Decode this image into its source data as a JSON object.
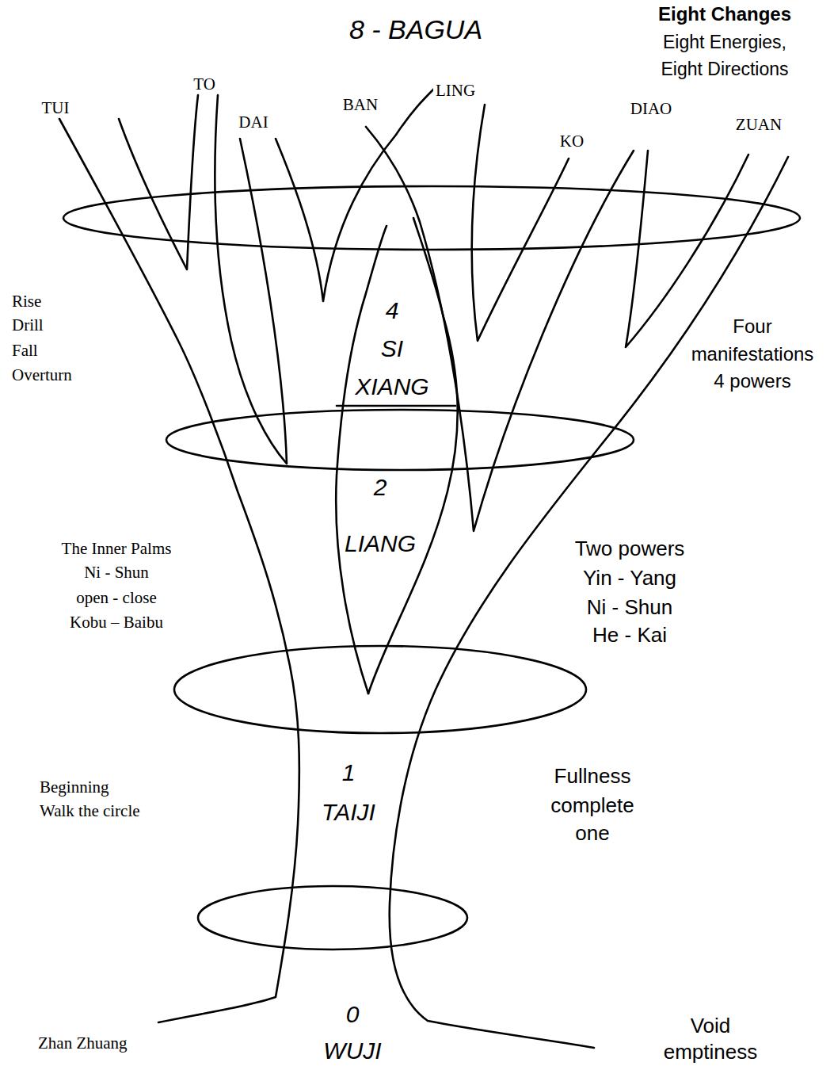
{
  "diagram": {
    "title": "8 - BAGUA",
    "labels": [
      "Eight Changes",
      "Eight Energies,",
      "Eight Directions",
      "TUI",
      "TO",
      "DAI",
      "BAN",
      "LING",
      "KO",
      "DIAO",
      "ZUAN",
      "Rise",
      "Drill",
      "Fall",
      "Overturn",
      "4",
      "SI",
      "XIANG",
      "Four",
      "manifestations",
      "4 powers",
      "2",
      "LIANG",
      "The Inner Palms",
      "Ni - Shun",
      "open - close",
      "Kobu – Baibu",
      "Two powers",
      "Yin - Yang",
      "Ni - Shun",
      "He - Kai",
      "1",
      "TAIJI",
      "Beginning",
      "Walk the circle",
      "Fullness",
      "complete",
      "one",
      "0",
      "WUJI",
      "Zhan Zhuang",
      "Void",
      "emptiness"
    ]
  }
}
